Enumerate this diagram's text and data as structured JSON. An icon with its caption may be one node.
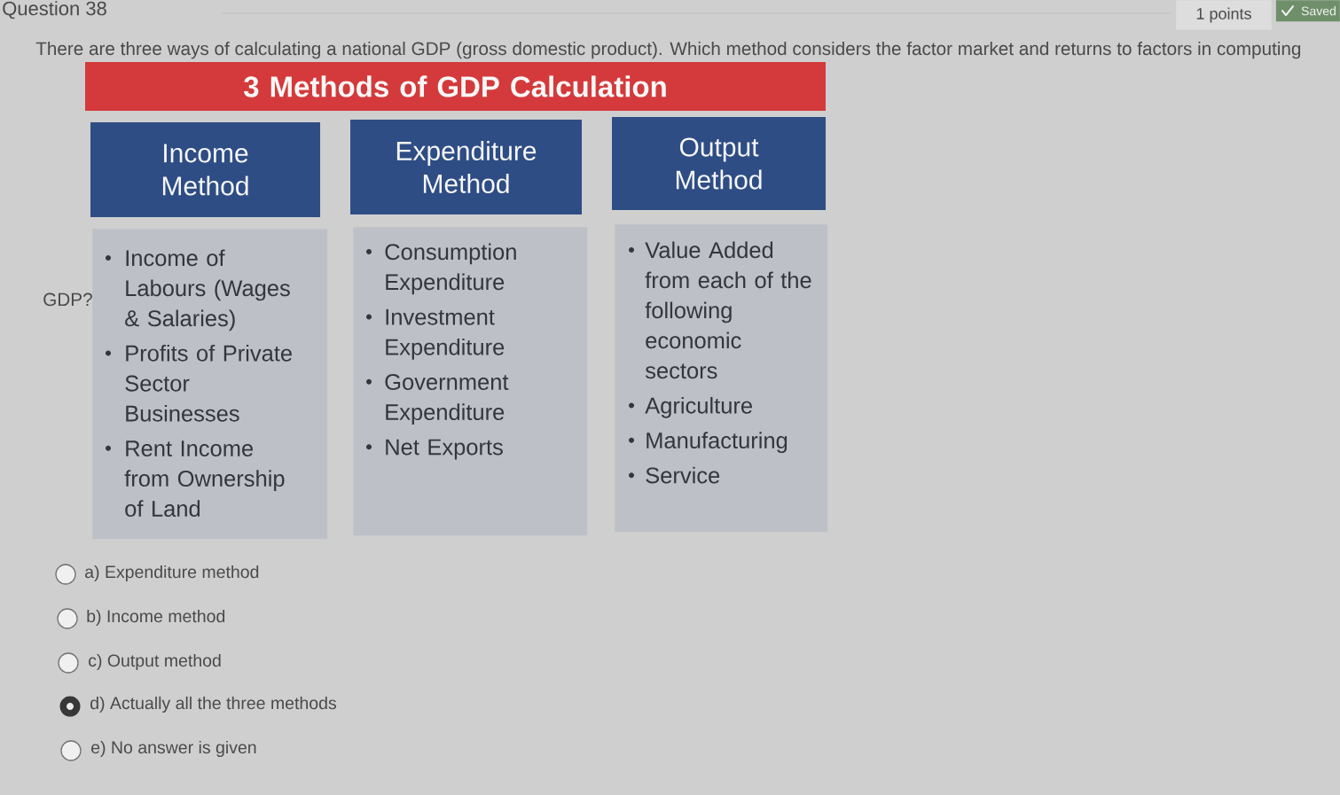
{
  "diagram": {
    "nodes": [
      {
        "text": [
          "3 Methods of GDP Calculation"
        ]
      },
      {
        "text": [
          "Income Method"
        ]
      },
      {
        "text": [
          "Expenditure Method"
        ]
      },
      {
        "text": [
          "Output Method"
        ]
      },
      {
        "text": [
          "Income of Labours (Wages & Salaries)",
          "Profits of Private Sector Businesses",
          "Rent Income from Ownership of Land"
        ]
      },
      {
        "text": [
          "Consumption Expenditure",
          "Investment Expenditure",
          "Government Expenditure",
          "Net Exports"
        ]
      },
      {
        "text": [
          "Value Added from each of the following economic sectors",
          "Agriculture",
          "Manufacturing",
          "Service"
        ]
      }
    ],
    "labels": [
      "Question 38",
      "1 points",
      "Saved",
      "There are three ways of calculating a national GDP (gross domestic product). Which method considers the factor market and returns to factors in computing",
      "GDP?",
      "a) Expenditure method",
      "b) Income method",
      "c) Output method",
      "d) Actually all the three methods",
      "e) No answer is given"
    ]
  }
}
